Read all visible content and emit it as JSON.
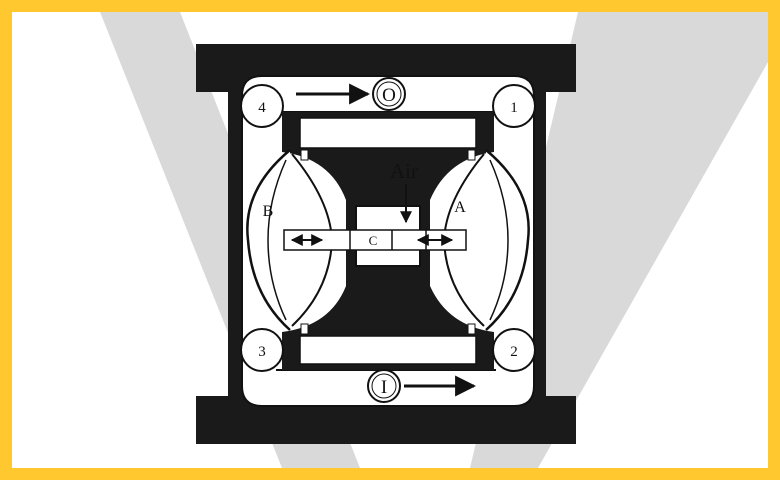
{
  "colors": {
    "frame_border": "#ffc82e",
    "background": "#ffffff",
    "watermark": "#d9d9d9",
    "housing": "#1a1a1a",
    "line": "#111111"
  },
  "diagram": {
    "air_label": "Air",
    "center_label": "C",
    "chamber_left_label": "B",
    "chamber_right_label": "A",
    "outlet_label": "O",
    "inlet_label": "I",
    "check_valves": [
      {
        "id": "valve-4",
        "label": "4"
      },
      {
        "id": "valve-1",
        "label": "1"
      },
      {
        "id": "valve-3",
        "label": "3"
      },
      {
        "id": "valve-2",
        "label": "2"
      }
    ]
  }
}
